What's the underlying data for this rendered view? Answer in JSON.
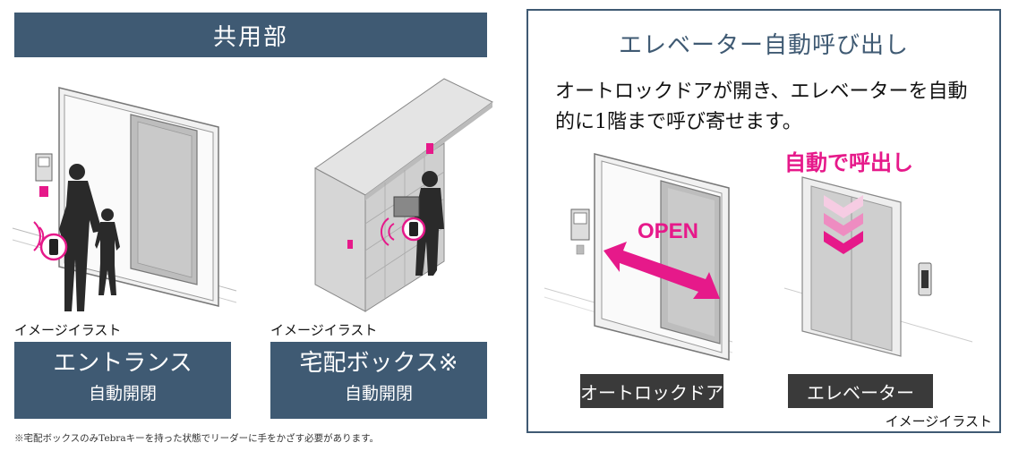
{
  "common": {
    "title": "共用部",
    "illustration_caption": "イメージイラスト",
    "entrance": {
      "line1": "エントランス",
      "line2": "自動開閉"
    },
    "delivery_box": {
      "line1": "宅配ボックス※",
      "line2": "自動開閉"
    },
    "footnote": "※宅配ボックスのみTebraキーを持った状態でリーダーに手をかざす必要があります。"
  },
  "elevator_panel": {
    "title": "エレベーター自動呼び出し",
    "description_line1": "オートロックドアが開き、エレベーターを自動",
    "description_line2": "的に1階まで呼び寄せます。",
    "open_label": "OPEN",
    "call_label": "自動で呼出し",
    "autolock_label": "オートロックドア",
    "elevator_label": "エレベーター",
    "caption": "イメージイラスト"
  },
  "colors": {
    "navy": "#3f5a73",
    "accent": "#e6198a",
    "dark_label": "#3a3a3a"
  }
}
